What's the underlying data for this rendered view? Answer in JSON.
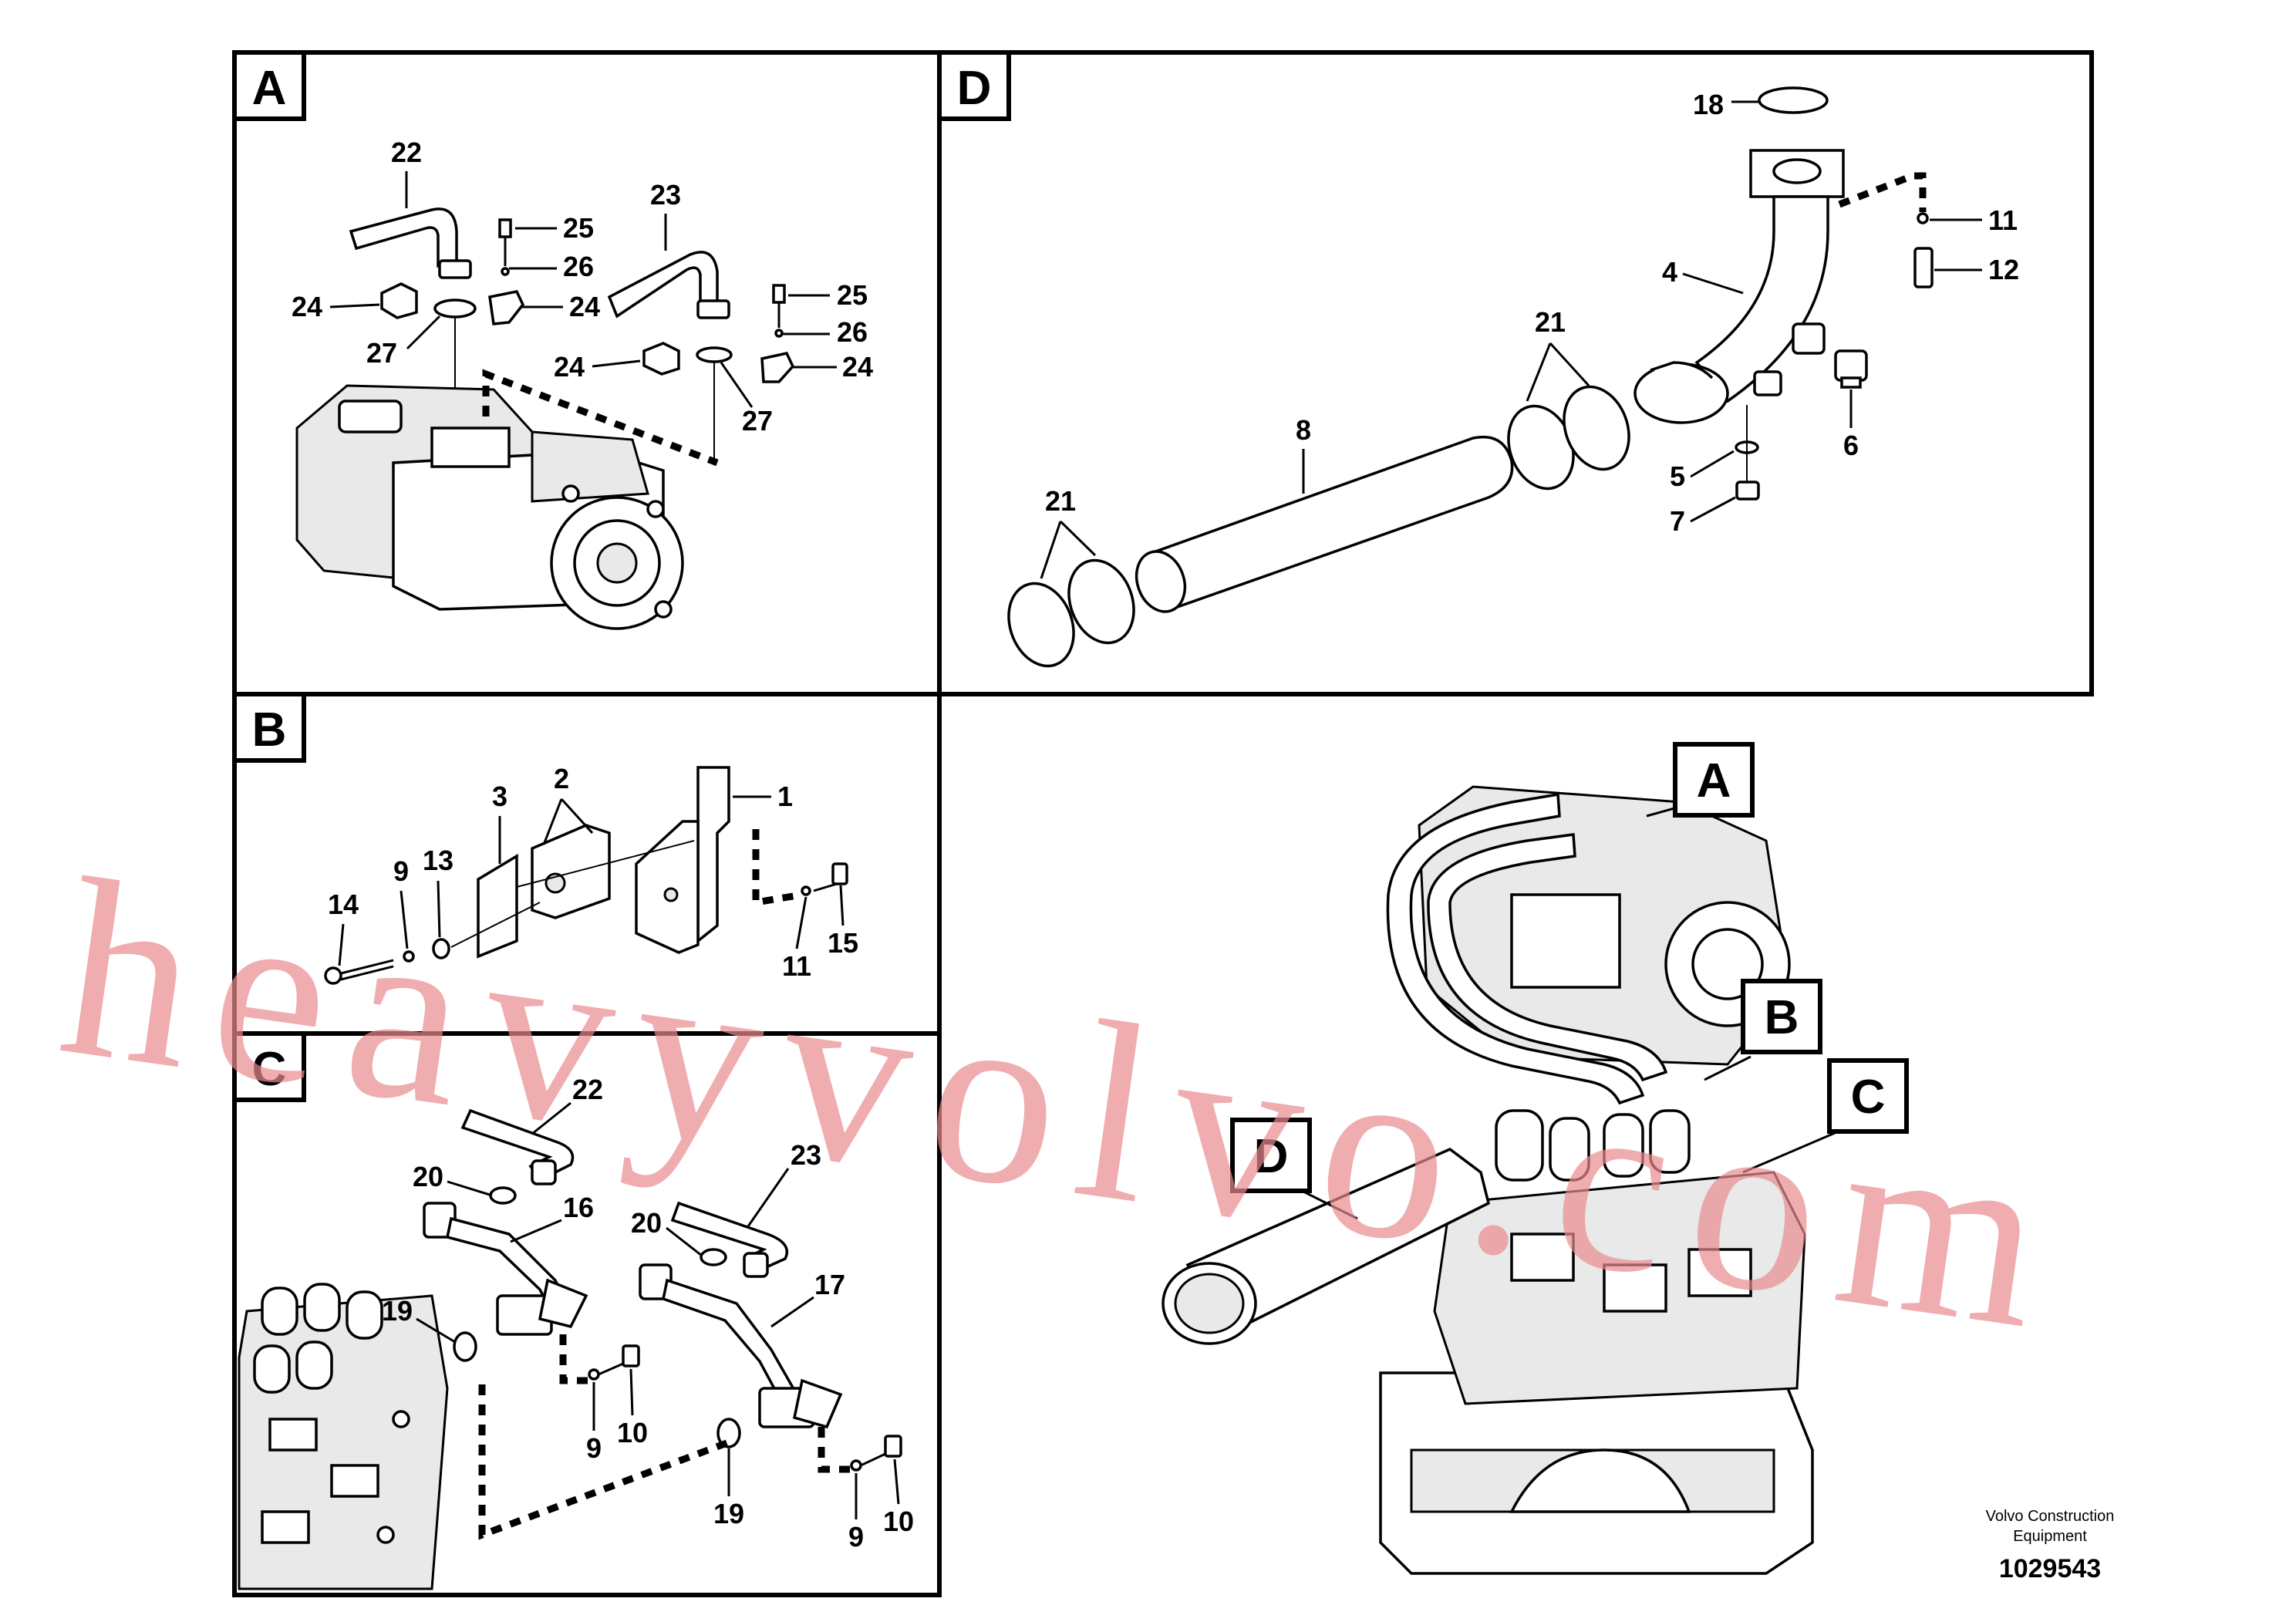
{
  "panels": [
    {
      "id": "A",
      "label": "A",
      "callouts": [
        "22",
        "25",
        "26",
        "23",
        "25",
        "26",
        "24",
        "24",
        "27",
        "24",
        "24",
        "27"
      ]
    },
    {
      "id": "B",
      "label": "B",
      "callouts": [
        "3",
        "2",
        "1",
        "9",
        "13",
        "14",
        "15",
        "11"
      ]
    },
    {
      "id": "C",
      "label": "C",
      "callouts": [
        "22",
        "23",
        "20",
        "16",
        "20",
        "17",
        "19",
        "9",
        "10",
        "19",
        "9",
        "10"
      ]
    },
    {
      "id": "D",
      "label": "D",
      "callouts": [
        "18",
        "11",
        "12",
        "4",
        "21",
        "8",
        "6",
        "5",
        "7",
        "21"
      ]
    }
  ],
  "overview_tags": [
    "A",
    "B",
    "C",
    "D"
  ],
  "credit": {
    "line1": "Volvo Construction",
    "line2": "Equipment"
  },
  "document_number": "1029543",
  "watermark": "heavyvolvo.com",
  "colors": {
    "line": "#000000",
    "watermark": "#e88a8e",
    "background": "#ffffff"
  }
}
